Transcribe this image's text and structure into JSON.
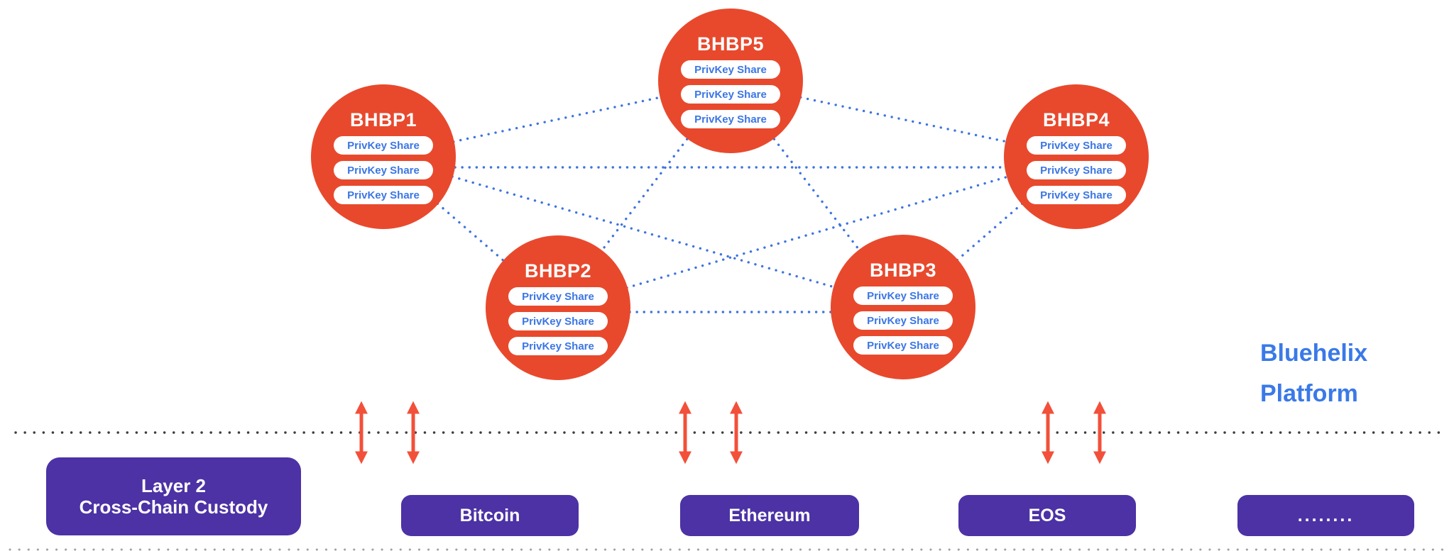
{
  "colors": {
    "node_fill": "#e8492d",
    "node_text": "#ffffff",
    "pill_bg": "#ffffff",
    "pill_text": "#3b76e4",
    "connection_blue": "#3e74de",
    "boundary_dots": "#3b3b3b",
    "bottom_edge_dots": "#a0a0a0",
    "arrow_red": "#f2503a",
    "chain_purple": "#4c32a5",
    "chain_text": "#ffffff",
    "platform_text_blue": "#3a79e8"
  },
  "nodes": [
    {
      "name": "BHBP1",
      "shares": [
        "PrivKey Share",
        "PrivKey Share",
        "PrivKey Share"
      ]
    },
    {
      "name": "BHBP2",
      "shares": [
        "PrivKey Share",
        "PrivKey Share",
        "PrivKey Share"
      ]
    },
    {
      "name": "BHBP3",
      "shares": [
        "PrivKey Share",
        "PrivKey Share",
        "PrivKey Share"
      ]
    },
    {
      "name": "BHBP4",
      "shares": [
        "PrivKey Share",
        "PrivKey Share",
        "PrivKey Share"
      ]
    },
    {
      "name": "BHBP5",
      "shares": [
        "PrivKey Share",
        "PrivKey Share",
        "PrivKey Share"
      ]
    }
  ],
  "connections": [
    [
      "BHBP1",
      "BHBP2"
    ],
    [
      "BHBP1",
      "BHBP3"
    ],
    [
      "BHBP1",
      "BHBP4"
    ],
    [
      "BHBP1",
      "BHBP5"
    ],
    [
      "BHBP2",
      "BHBP3"
    ],
    [
      "BHBP2",
      "BHBP4"
    ],
    [
      "BHBP2",
      "BHBP5"
    ],
    [
      "BHBP3",
      "BHBP4"
    ],
    [
      "BHBP3",
      "BHBP5"
    ],
    [
      "BHBP4",
      "BHBP5"
    ]
  ],
  "platform": {
    "line1": "Bluehelix",
    "line2": "Platform"
  },
  "custody": {
    "line1": "Layer 2",
    "line2": "Cross-Chain Custody"
  },
  "chains": [
    {
      "label": "Bitcoin"
    },
    {
      "label": "Ethereum"
    },
    {
      "label": "EOS"
    },
    {
      "label": "........"
    }
  ],
  "boundary_arrows": {
    "type": "bidirectional",
    "count": 6,
    "grouped_near": [
      "Bitcoin",
      "Ethereum",
      "EOS"
    ]
  }
}
